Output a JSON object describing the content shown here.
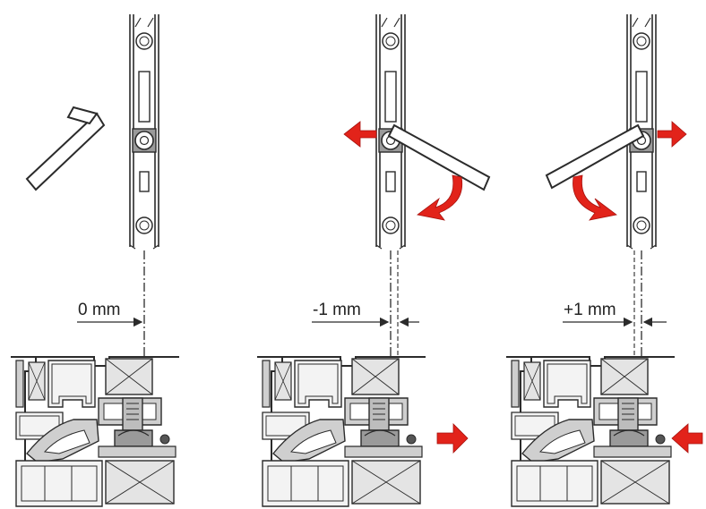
{
  "panels": [
    {
      "id": "neutral",
      "label": "0 mm",
      "frame_arrow": "none"
    },
    {
      "id": "minus",
      "label": "-1 mm",
      "frame_arrow": "right"
    },
    {
      "id": "plus",
      "label": "+1 mm",
      "frame_arrow": "left"
    }
  ],
  "colors": {
    "line": "#2b2b2b",
    "profile": "#cfcfcf",
    "profile_dark": "#9a9a9a",
    "insulation": "#e4e4e4",
    "arrow": "#e2231a",
    "arrow_dark": "#a8130f"
  },
  "icons": {
    "hex_key": "allen-key-icon",
    "push_arrow": "red-arrow-icon",
    "turn_arrow": "red-curved-arrow-icon"
  }
}
